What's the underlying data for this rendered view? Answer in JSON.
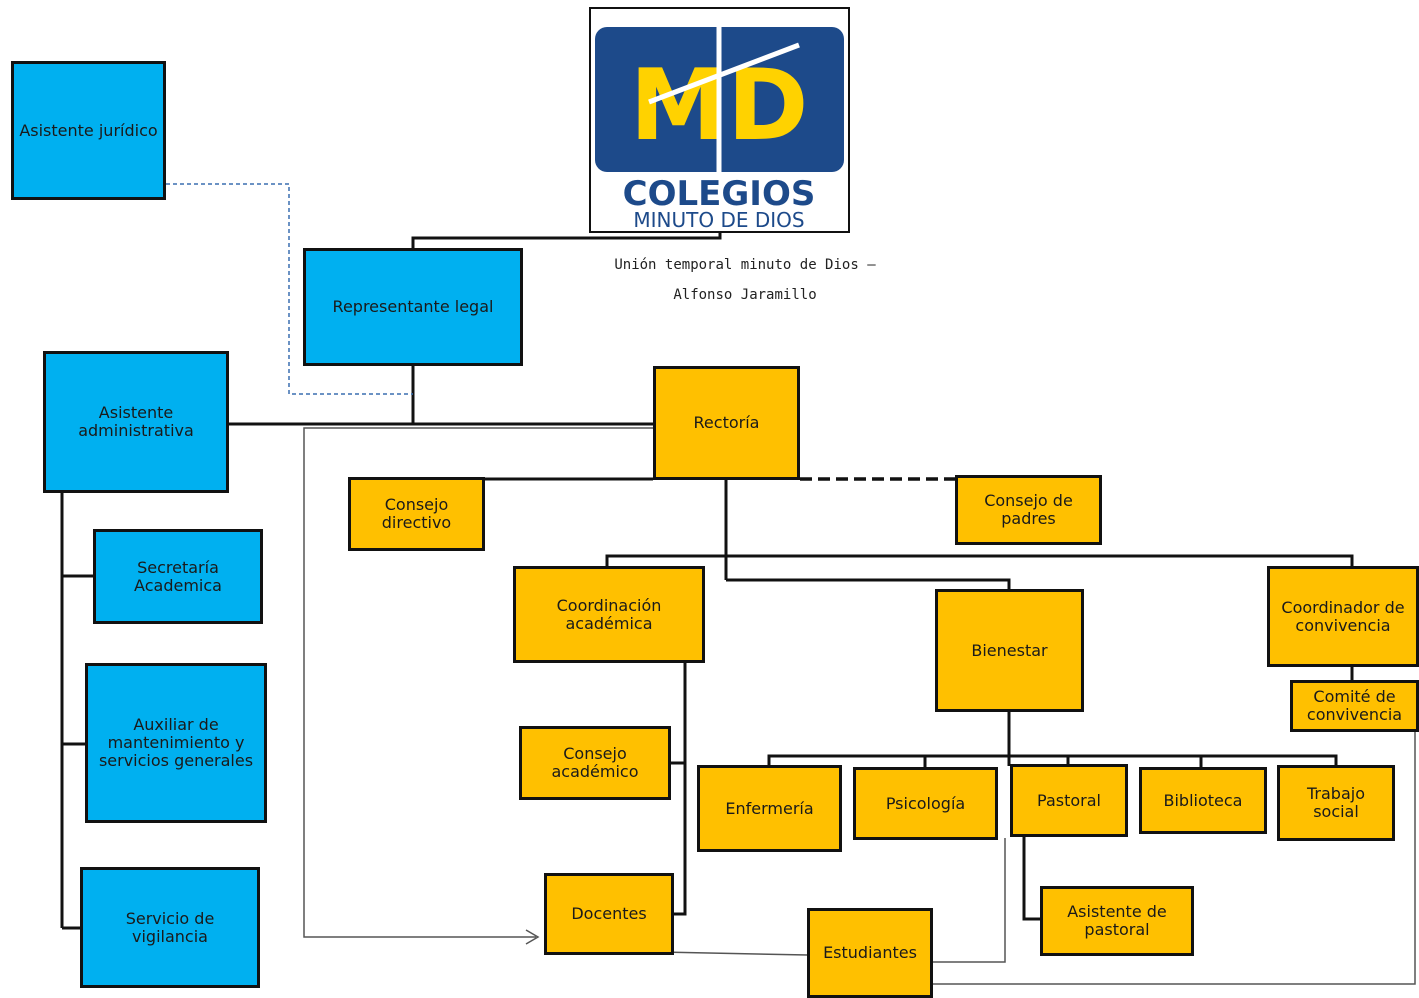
{
  "logo": {
    "monogram": "MD",
    "line1": "COLEGIOS",
    "line2": "MINUTO DE DIOS",
    "colors": {
      "navy": "#1d4a8a",
      "gold": "#ffd200",
      "white": "#ffffff"
    }
  },
  "caption": {
    "line1": "Unión temporal minuto de Dios –",
    "line2": "Alfonso Jaramillo"
  },
  "colors": {
    "admin_blue": "#00b0f0",
    "academic_gold": "#ffc000",
    "border": "#111111",
    "dashed_link": "#3a6fb0"
  },
  "nodes": {
    "asistente_juridico": "Asistente jurídico",
    "representante_legal": "Representante legal",
    "asistente_administrativa": "Asistente administrativa",
    "secretaria_academica": "Secretaría Academica",
    "auxiliar_mantenimiento": "Auxiliar de mantenimiento y servicios generales",
    "servicio_vigilancia": "Servicio de vigilancia",
    "rectoria": "Rectoría",
    "consejo_directivo": "Consejo directivo",
    "consejo_padres": "Consejo de padres",
    "coordinacion_academica": "Coordinación académica",
    "bienestar": "Bienestar",
    "coordinador_convivencia": "Coordinador de convivencia",
    "comite_convivencia": "Comité de convivencia",
    "consejo_academico": "Consejo académico",
    "enfermeria": "Enfermería",
    "psicologia": "Psicología",
    "pastoral": "Pastoral",
    "biblioteca": "Biblioteca",
    "trabajo_social": "Trabajo social",
    "asistente_pastoral": "Asistente de pastoral",
    "docentes": "Docentes",
    "estudiantes": "Estudiantes"
  }
}
